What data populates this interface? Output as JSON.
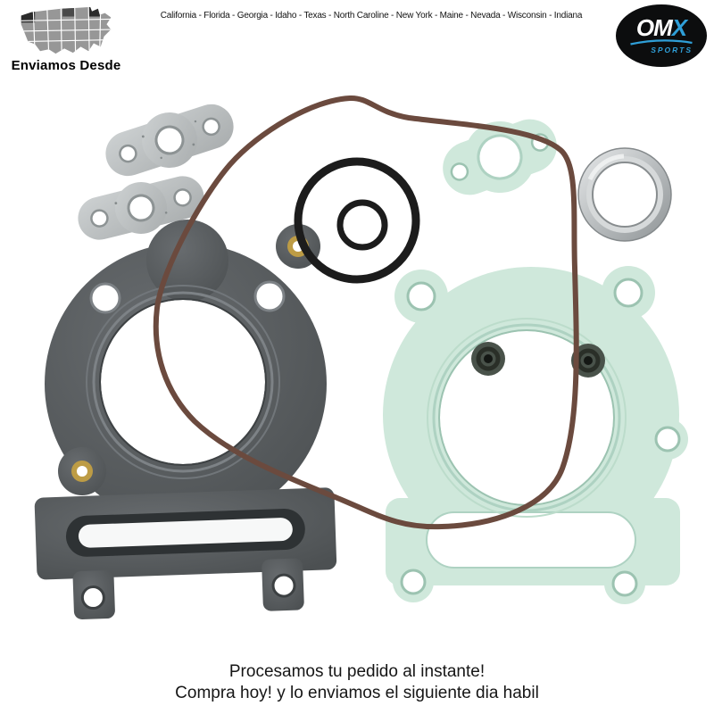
{
  "header": {
    "states_line": "California - Florida - Georgia - Idaho - Texas - North Caroline - New York - Maine - Nevada - Wisconsin - Indiana",
    "ships_from_label": "Enviamos Desde",
    "logo": {
      "letter_o": "O",
      "letter_m": "M",
      "letter_x": "X",
      "sub": "SPORTS"
    }
  },
  "footer": {
    "line1": "Procesamos tu pedido al instante!",
    "line2": "Compra hoy! y lo enviamos el siguiente dia habil"
  },
  "colors": {
    "mint_green": "#cfe8db",
    "gunmetal_gray": "#565a5c",
    "oring_brown": "#6b4a3e",
    "logo_blue": "#2f9fd8",
    "metal_gray": "#bfc3c4",
    "grommet_gold": "#bd9c45",
    "text_dark": "#161616"
  }
}
